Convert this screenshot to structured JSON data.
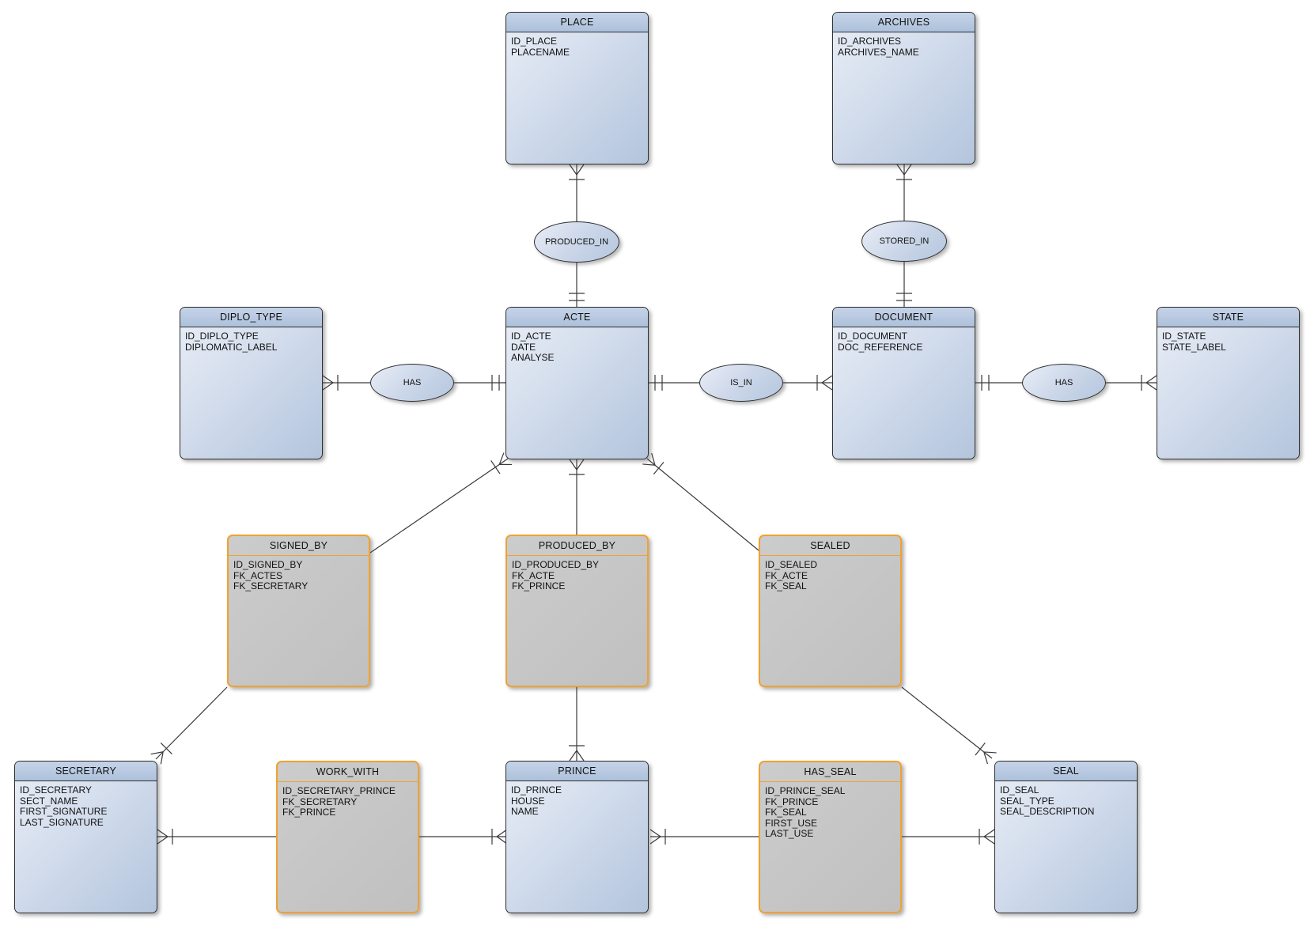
{
  "diagram": {
    "entities": [
      {
        "name": "PLACE",
        "kind": "entity",
        "attributes": [
          "ID_PLACE",
          "PLACENAME"
        ]
      },
      {
        "name": "ARCHIVES",
        "kind": "entity",
        "attributes": [
          "ID_ARCHIVES",
          "ARCHIVES_NAME"
        ]
      },
      {
        "name": "DIPLO_TYPE",
        "kind": "entity",
        "attributes": [
          "ID_DIPLO_TYPE",
          "DIPLOMATIC_LABEL"
        ]
      },
      {
        "name": "ACTE",
        "kind": "entity",
        "attributes": [
          "ID_ACTE",
          "DATE",
          "ANALYSE"
        ]
      },
      {
        "name": "DOCUMENT",
        "kind": "entity",
        "attributes": [
          "ID_DOCUMENT",
          "DOC_REFERENCE"
        ]
      },
      {
        "name": "STATE",
        "kind": "entity",
        "attributes": [
          "ID_STATE",
          "STATE_LABEL"
        ]
      },
      {
        "name": "SIGNED_BY",
        "kind": "association",
        "attributes": [
          "ID_SIGNED_BY",
          "FK_ACTES",
          "FK_SECRETARY"
        ]
      },
      {
        "name": "PRODUCED_BY",
        "kind": "association",
        "attributes": [
          "ID_PRODUCED_BY",
          "FK_ACTE",
          "FK_PRINCE"
        ]
      },
      {
        "name": "SEALED",
        "kind": "association",
        "attributes": [
          "ID_SEALED",
          "FK_ACTE",
          "FK_SEAL"
        ]
      },
      {
        "name": "SECRETARY",
        "kind": "entity",
        "attributes": [
          "ID_SECRETARY",
          "SECT_NAME",
          "FIRST_SIGNATURE",
          "LAST_SIGNATURE"
        ]
      },
      {
        "name": "WORK_WITH",
        "kind": "association",
        "attributes": [
          "ID_SECRETARY_PRINCE",
          "FK_SECRETARY",
          "FK_PRINCE"
        ]
      },
      {
        "name": "PRINCE",
        "kind": "entity",
        "attributes": [
          "ID_PRINCE",
          "HOUSE",
          "NAME"
        ]
      },
      {
        "name": "HAS_SEAL",
        "kind": "association",
        "attributes": [
          "ID_PRINCE_SEAL",
          "FK_PRINCE",
          "FK_SEAL",
          "FIRST_USE",
          "LAST_USE"
        ]
      },
      {
        "name": "SEAL",
        "kind": "entity",
        "attributes": [
          "ID_SEAL",
          "SEAL_TYPE",
          "SEAL_DESCRIPTION"
        ]
      }
    ],
    "relationships": [
      {
        "label": "PRODUCED_IN"
      },
      {
        "label": "STORED_IN"
      },
      {
        "label": "HAS"
      },
      {
        "label": "IS_IN"
      },
      {
        "label": "HAS"
      }
    ],
    "colors": {
      "entity_header": "#b9c9e2",
      "entity_body_light": "#eaeff7",
      "entity_body_dark": "#b3c5dd",
      "association_fill": "#c4c4c4",
      "association_border": "#f0a132",
      "connector": "#3a3a3a",
      "background": "#ffffff"
    }
  }
}
